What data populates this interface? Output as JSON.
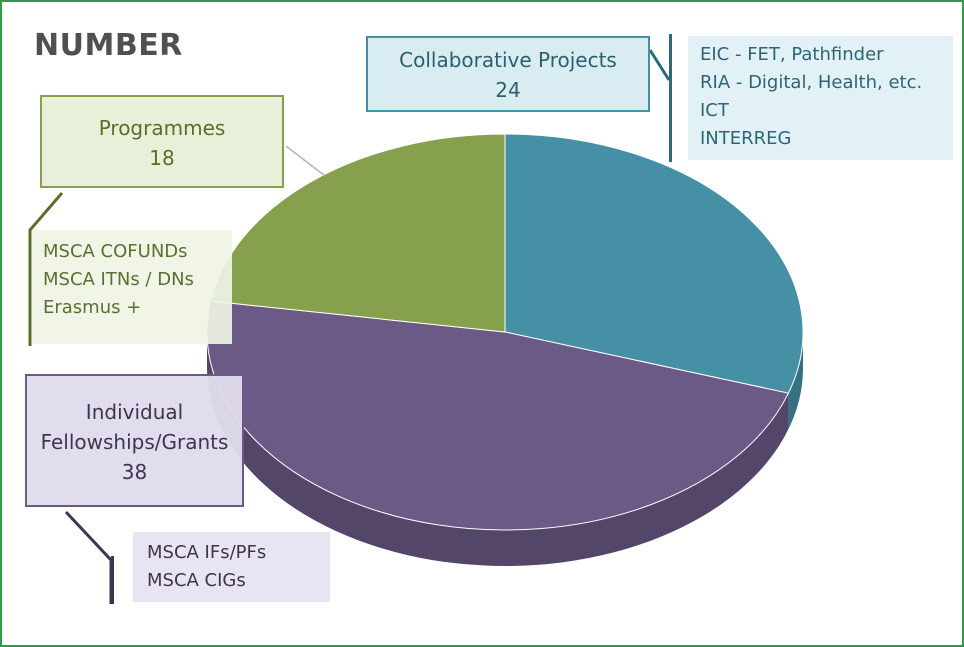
{
  "chart_data": {
    "type": "pie",
    "title": "NUMBER",
    "slices": [
      {
        "name": "Collaborative Projects",
        "value": 24,
        "color": "#4590a5",
        "details": [
          "EIC - FET, Pathfinder",
          "RIA - Digital, Health, etc.",
          "ICT",
          "INTERREG"
        ]
      },
      {
        "name": "Individual Fellowships/Grants",
        "value": 38,
        "color": "#6b5a86",
        "details": [
          "MSCA IFs/PFs",
          "MSCA CIGs"
        ]
      },
      {
        "name": "Programmes",
        "value": 18,
        "color": "#86a04d",
        "details": [
          "MSCA COFUNDs",
          "MSCA ITNs / DNs",
          "Erasmus +"
        ]
      }
    ]
  },
  "labels": {
    "collab": {
      "name": "Collaborative Projects",
      "value": "24"
    },
    "indiv": {
      "line1": "Individual",
      "line2": "Fellowships/Grants",
      "value": "38"
    },
    "prog": {
      "name": "Programmes",
      "value": "18"
    }
  },
  "details": {
    "collab": [
      "EIC - FET, Pathfinder",
      "RIA - Digital, Health, etc.",
      "ICT",
      "INTERREG"
    ],
    "prog": [
      "MSCA COFUNDs",
      "MSCA ITNs / DNs",
      "Erasmus +"
    ],
    "indiv": [
      "MSCA IFs/PFs",
      "MSCA CIGs"
    ]
  },
  "colors": {
    "collab": "#4590a5",
    "indiv": "#6b5a86",
    "prog": "#86a04d",
    "border": "#2e9a48"
  }
}
